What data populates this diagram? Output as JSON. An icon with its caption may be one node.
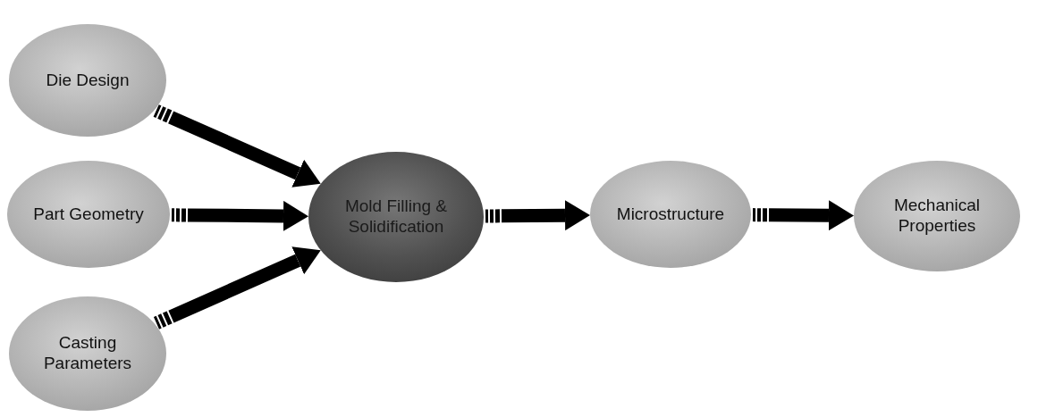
{
  "diagram": {
    "nodes": [
      {
        "text": [
          "Die Design"
        ]
      },
      {
        "text": [
          "Part Geometry"
        ]
      },
      {
        "text": [
          "Casting Parameters"
        ]
      },
      {
        "text": [
          "Mold Filling & Solidification"
        ]
      },
      {
        "text": [
          "Microstructure"
        ]
      },
      {
        "text": [
          "Mechanical Properties"
        ]
      }
    ],
    "edges": [
      {
        "from": 0,
        "to": 3,
        "arrow": "to"
      },
      {
        "from": 1,
        "to": 3,
        "arrow": "to"
      },
      {
        "from": 2,
        "to": 3,
        "arrow": "to"
      },
      {
        "from": 3,
        "to": 4,
        "arrow": "to"
      },
      {
        "from": 4,
        "to": 5,
        "arrow": "to"
      }
    ]
  }
}
